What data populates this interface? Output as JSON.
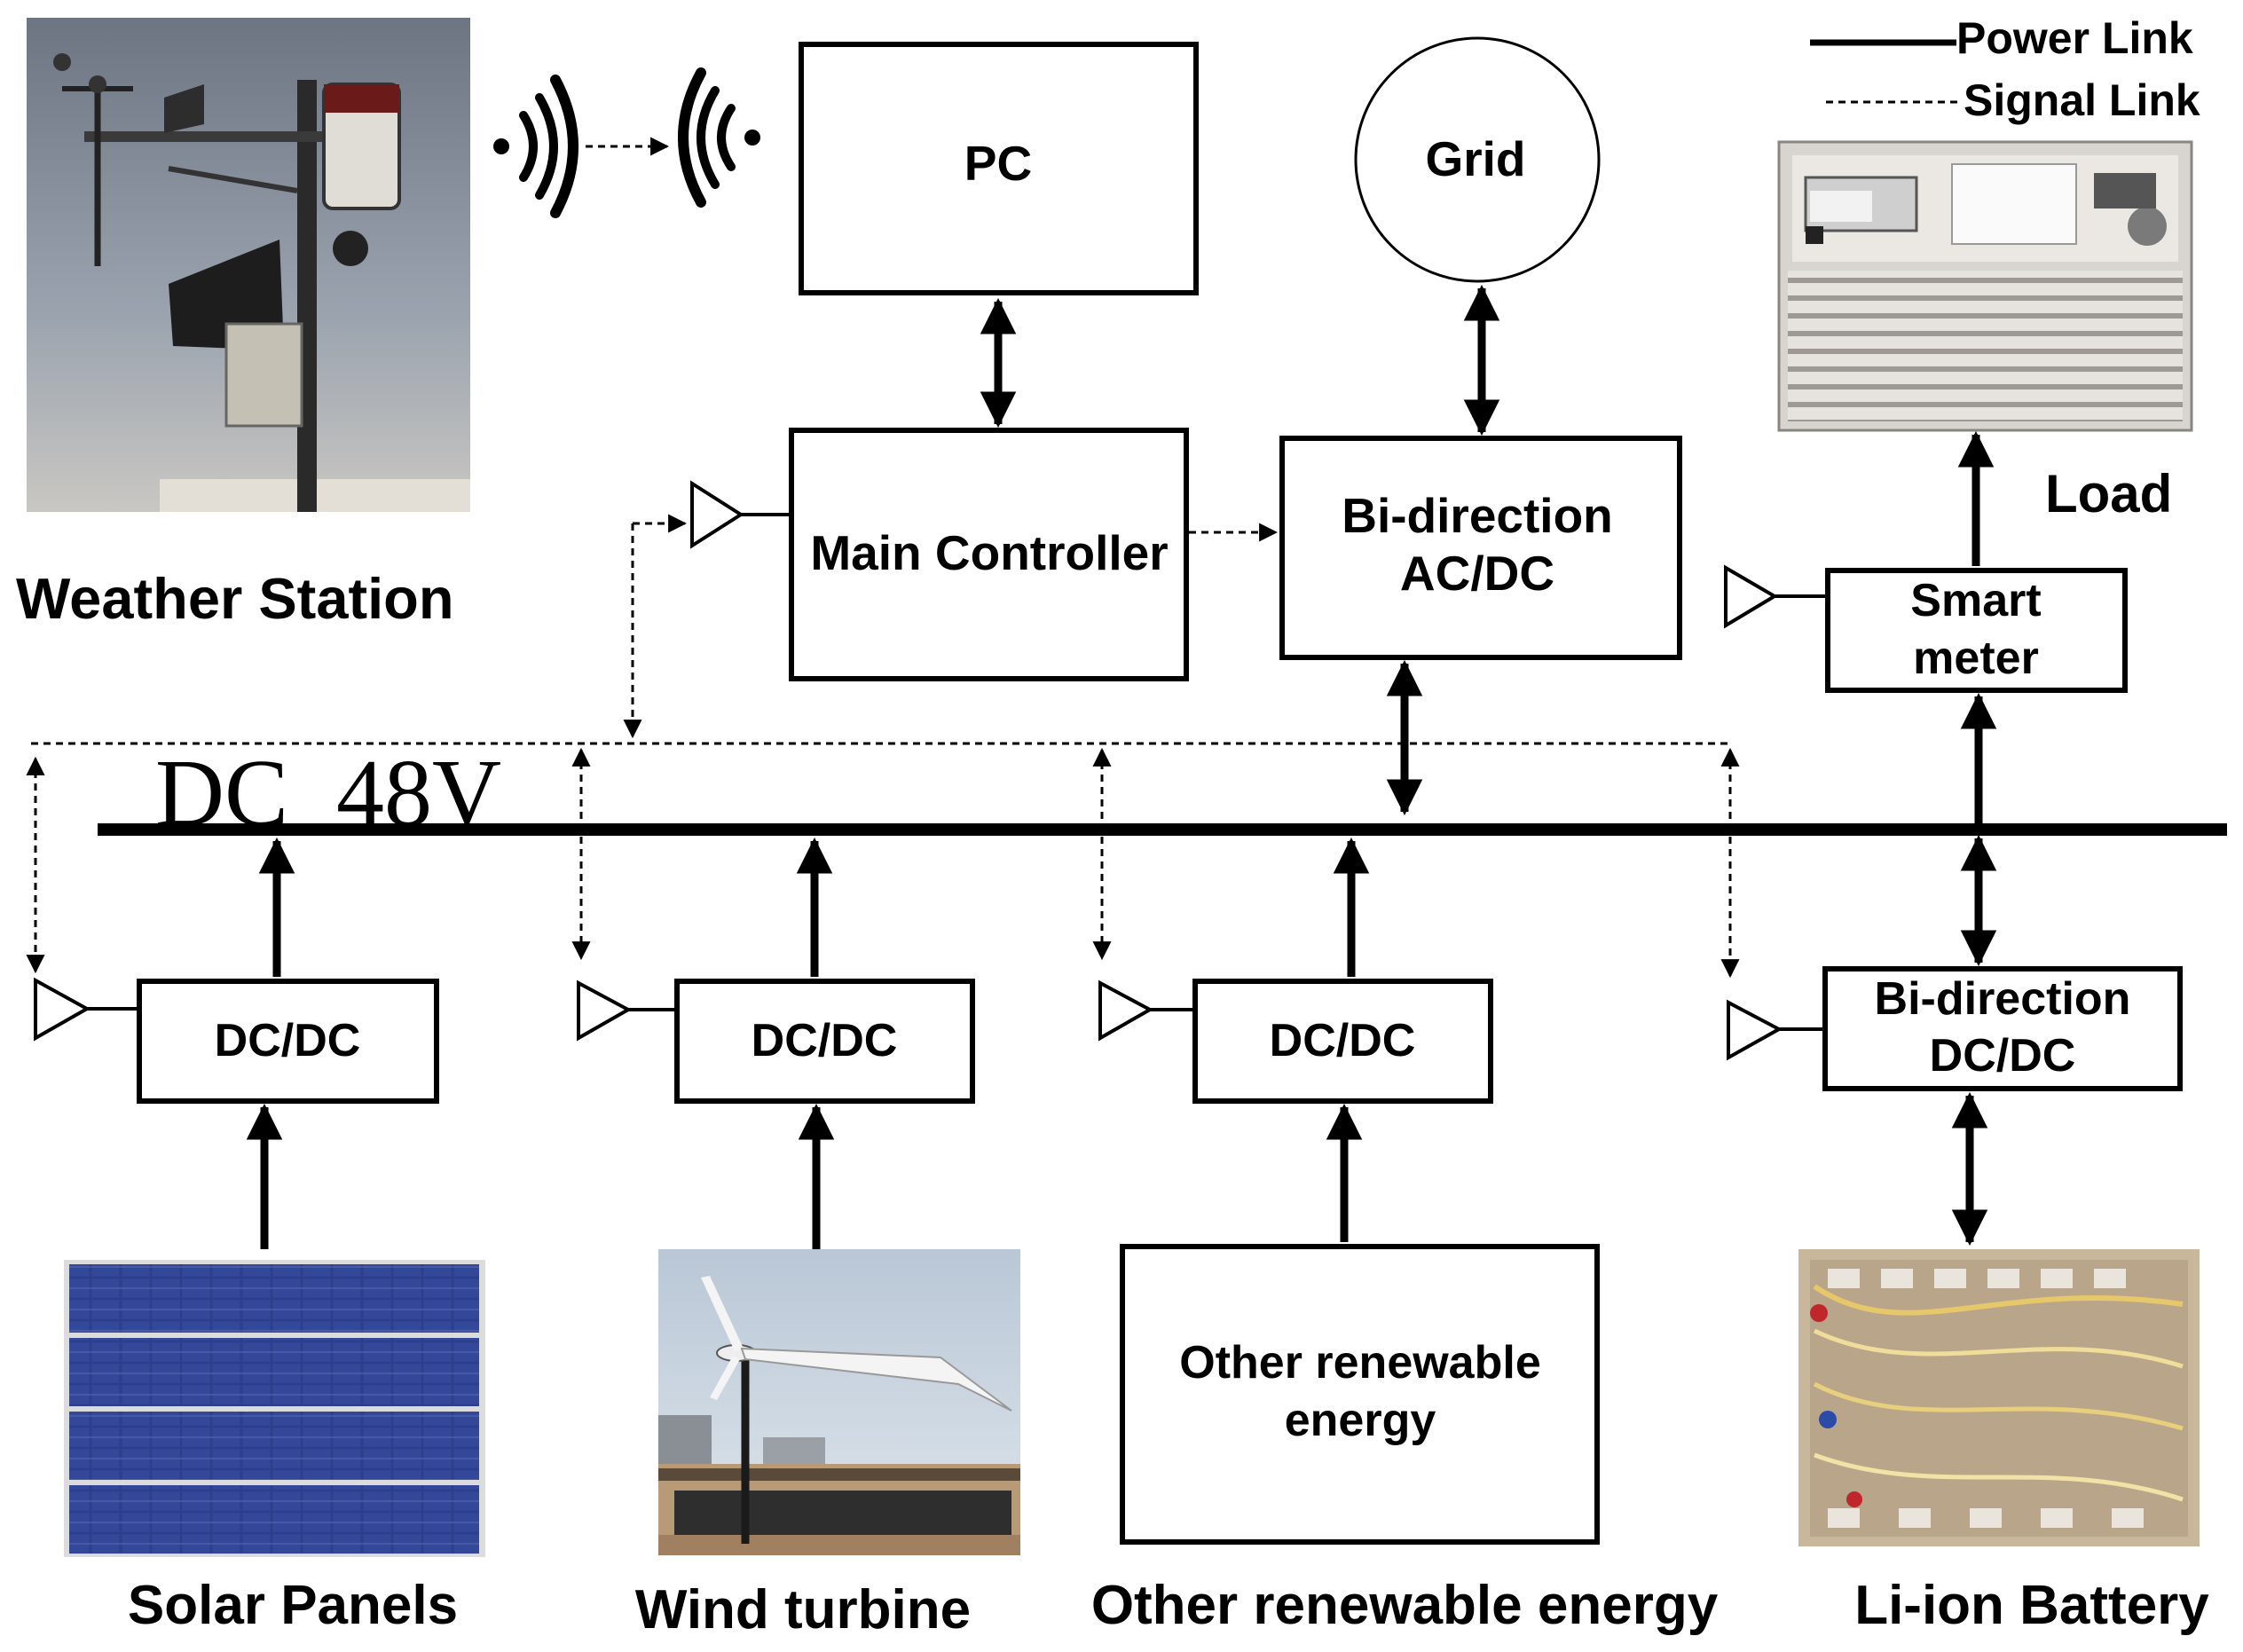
{
  "legend": {
    "power_link": "Power Link",
    "signal_link": "Signal Link"
  },
  "nodes": {
    "pc": "PC",
    "grid": "Grid",
    "main_controller": "Main Controller",
    "acdc_line1": "Bi-direction",
    "acdc_line2": "AC/DC",
    "smart_meter_line1": "Smart",
    "smart_meter_line2": "meter",
    "load": "Load",
    "dc_bus": "DC  48V",
    "dcdc_solar": "DC/DC",
    "dcdc_wind": "DC/DC",
    "dcdc_other": "DC/DC",
    "bidc_line1": "Bi-direction",
    "bidc_line2": "DC/DC",
    "other_box_line1": "Other renewable",
    "other_box_line2": "energy"
  },
  "captions": {
    "weather_station": "Weather Station",
    "solar_panels": "Solar Panels",
    "wind_turbine": "Wind turbine",
    "other_renewable": "Other renewable energy",
    "battery": "Li-ion Battery"
  },
  "photos": {
    "weather_station": "weather-station-photo",
    "solar_panels": "solar-panels-photo",
    "wind_turbine": "wind-turbine-photo",
    "load": "electronic-load-photo",
    "battery": "li-ion-battery-photo"
  }
}
